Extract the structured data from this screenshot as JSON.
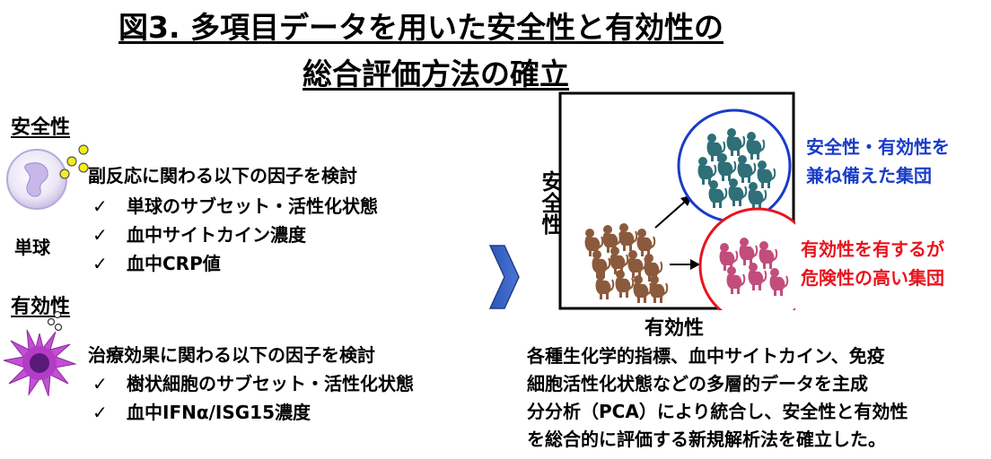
{
  "title": {
    "line1": "図3. 多項目データを用いた安全性と有効性の",
    "line2": "総合評価方法の確立"
  },
  "safety": {
    "heading": "安全性",
    "cell_label": "単球",
    "intro": "副反応に関わる以下の因子を検討",
    "check_mark": "✓",
    "items": [
      "単球のサブセット・活性化状態",
      "血中サイトカイン濃度",
      "血中CRP値"
    ]
  },
  "efficacy": {
    "heading": "有効性",
    "intro": "治療効果に関わる以下の因子を検討",
    "check_mark": "✓",
    "items": [
      "樹状細胞のサブセット・活性化状態",
      "血中IFNα/ISG15濃度"
    ]
  },
  "plot": {
    "y_axis": "安全性",
    "x_axis": "有効性",
    "group_good": {
      "line1": "安全性・有効性を",
      "line2": "兼ね備えた集団",
      "color": "#1a3cc8"
    },
    "group_risky": {
      "line1": "有効性を有するが",
      "line2": "危険性の高い集団",
      "color": "#e8141e"
    }
  },
  "summary": [
    "各種生化学的指標、血中サイトカイン、免疫",
    "細胞活性化状態などの多層的データを主成",
    "分分析（PCA）により統合し、安全性と有効性",
    "を総合的に評価する新規解析法を確立した。"
  ]
}
